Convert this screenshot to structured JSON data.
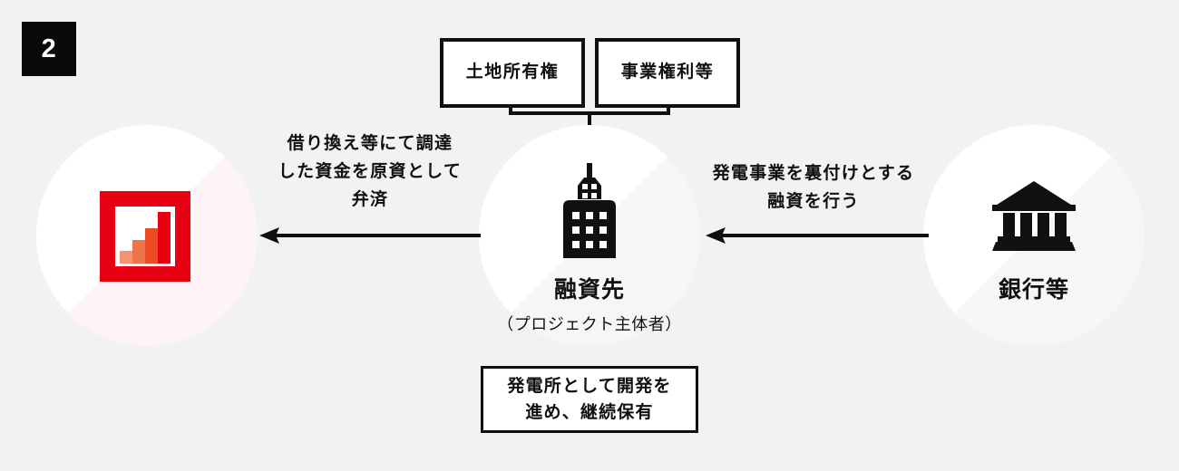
{
  "step": {
    "number": "2"
  },
  "colors": {
    "background": "#f2f2f2",
    "ink": "#11100f",
    "accent_red": "#e60012",
    "badge_bg": "#0a0a0a",
    "circle_fill": "#ffffff",
    "chart_bar_1": "#f39274",
    "chart_bar_2": "#ef7448",
    "chart_bar_3": "#ea4c25",
    "chart_bar_4": "#e60012"
  },
  "top_boxes": [
    {
      "label": "土地所有権"
    },
    {
      "label": "事業権利等"
    }
  ],
  "nodes": {
    "left": {
      "icon": "bar-chart-icon"
    },
    "center": {
      "icon": "office-building-icon",
      "title": "融資先",
      "subtitle": "（プロジェクト主体者）"
    },
    "right": {
      "icon": "bank-icon",
      "title": "銀行等"
    }
  },
  "flows": {
    "repayment": {
      "label_lines": [
        "借り換え等にて調達",
        "した資金を原資として",
        "弁済"
      ],
      "direction": "left"
    },
    "loan": {
      "label_lines": [
        "発電事業を裏付けとする",
        "融資を行う"
      ],
      "direction": "left"
    }
  },
  "bottom_box": {
    "lines": [
      "発電所として開発を",
      "進め、継続保有"
    ]
  }
}
